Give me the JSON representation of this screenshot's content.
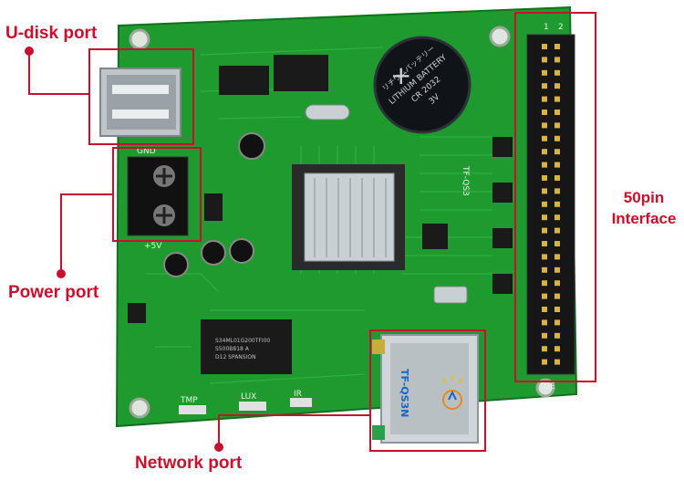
{
  "callouts": {
    "udisk": "U-disk port",
    "power": "Power port",
    "network": "Network port",
    "pins": "50pin",
    "interface": "Interface"
  },
  "board": {
    "model": "TF-QS3N",
    "battery": {
      "line1": "リチウムバッテリー",
      "line2": "LITHIUM BATTERY",
      "line3": "CR 2032",
      "line4": "3V"
    },
    "flash_chip": {
      "line1": "S34ML01G200TFI00",
      "line2": "S500B818 A",
      "line3": "D12 SPANSION"
    },
    "silkscreen": {
      "gnd": "GND",
      "plus5v": "+5V",
      "tmp": "TMP",
      "lux": "LUX",
      "ir": "IR",
      "oe": "OE",
      "pin1": "1",
      "pin2": "2",
      "board_code": "TF-QS3"
    }
  },
  "colors": {
    "callout": "#c8102e",
    "pcb": "#1f9a2e",
    "pcb_dark": "#157a22",
    "trace": "#2fb441",
    "chip": "#1a1a1a"
  }
}
